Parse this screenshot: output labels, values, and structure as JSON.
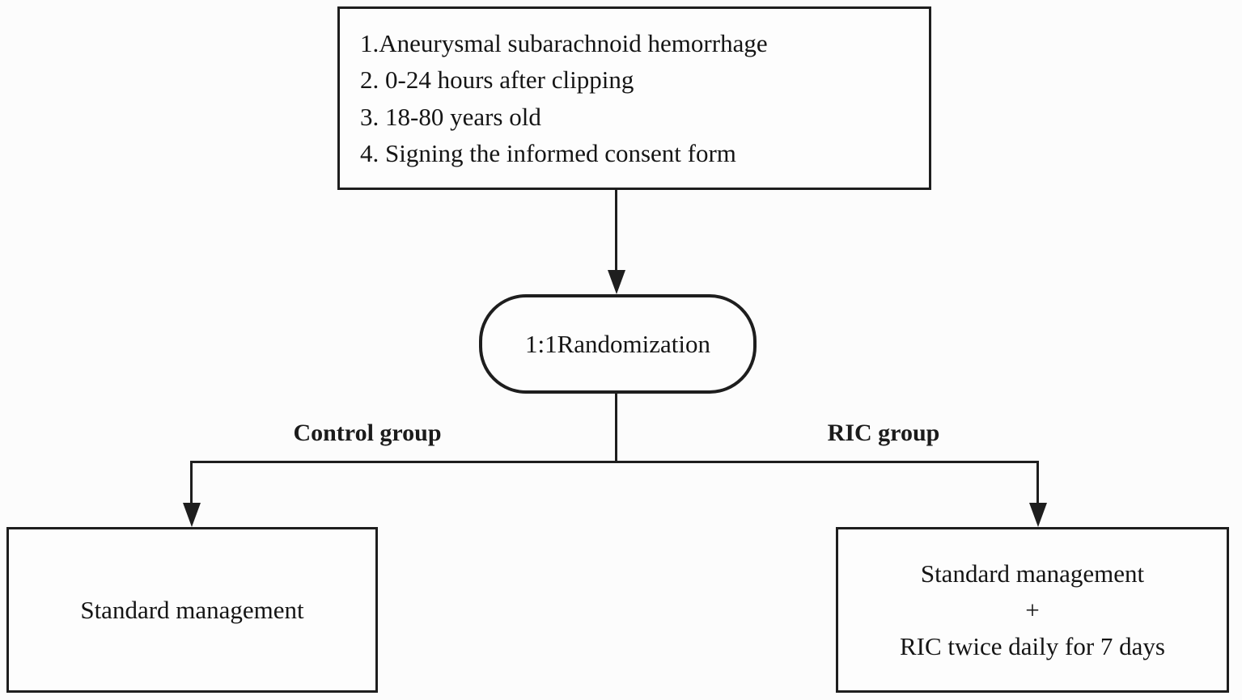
{
  "colors": {
    "line": "#1e1e1e",
    "text": "#151515",
    "background": "#fcfcfc"
  },
  "criteria_box": {
    "lines": [
      "1.Aneurysmal subarachnoid hemorrhage",
      "2. 0-24 hours after clipping",
      "3. 18-80 years old",
      "4. Signing the informed consent form"
    ]
  },
  "randomization": {
    "label": "1:1Randomization"
  },
  "left_branch": {
    "label": "Control group",
    "box_lines": [
      "Standard management"
    ]
  },
  "right_branch": {
    "label": "RIC group",
    "box_lines": [
      "Standard management",
      "+",
      "RIC twice daily for 7 days"
    ]
  }
}
